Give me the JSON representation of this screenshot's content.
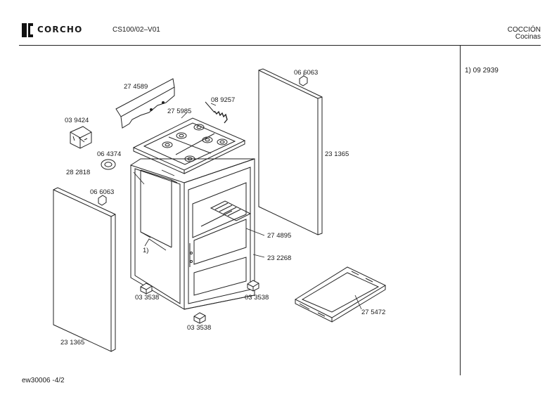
{
  "header": {
    "brand": "CORCHO",
    "model": "CS100/02–V01",
    "category_line1": "COCCIÓN",
    "category_line2": "Cocinas"
  },
  "notes": {
    "note1": "1) 09 2939"
  },
  "footer": {
    "code": "ew30006  -4/2"
  },
  "parts": {
    "p274589": "27 4589",
    "p089257": "08 9257",
    "p275985": "27 5985",
    "p039424": "03 9424",
    "p064374": "06 4374",
    "p282818": "28 2818",
    "p066063_left": "06 6063",
    "p066063_right": "06 6063",
    "p231365_right": "23 1365",
    "p231365_left": "23 1365",
    "p274895": "27 4895",
    "p232268": "23 2268",
    "p033538_a": "03 3538",
    "p033538_b": "03 3538",
    "p033538_c": "03 3538",
    "p275472": "27 5472",
    "ref1": "1)"
  }
}
